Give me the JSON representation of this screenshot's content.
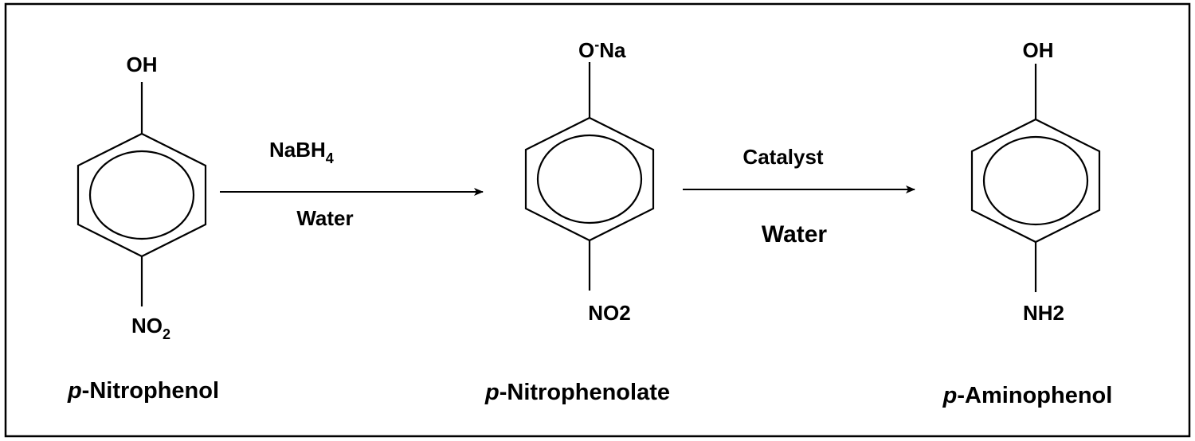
{
  "colors": {
    "line": "#000000",
    "background": "#ffffff"
  },
  "compounds": [
    {
      "top_group": "OH",
      "bottom_group_main": "NO",
      "bottom_group_sub": "2",
      "name_prefix": "p",
      "name_rest": "-Nitrophenol"
    },
    {
      "top_group_o": "O",
      "top_group_charge": "-",
      "top_group_na": "Na",
      "bottom_group": "NO2",
      "name_prefix": "p",
      "name_rest": "-Nitrophenolate"
    },
    {
      "top_group": "OH",
      "bottom_group": "NH2",
      "name_prefix": "p",
      "name_rest": "-Aminophenol"
    }
  ],
  "arrows": [
    {
      "reagent_above_main": "NaBH",
      "reagent_above_sub": "4",
      "reagent_below": "Water"
    },
    {
      "reagent_above": "Catalyst",
      "reagent_below": "Water"
    }
  ]
}
